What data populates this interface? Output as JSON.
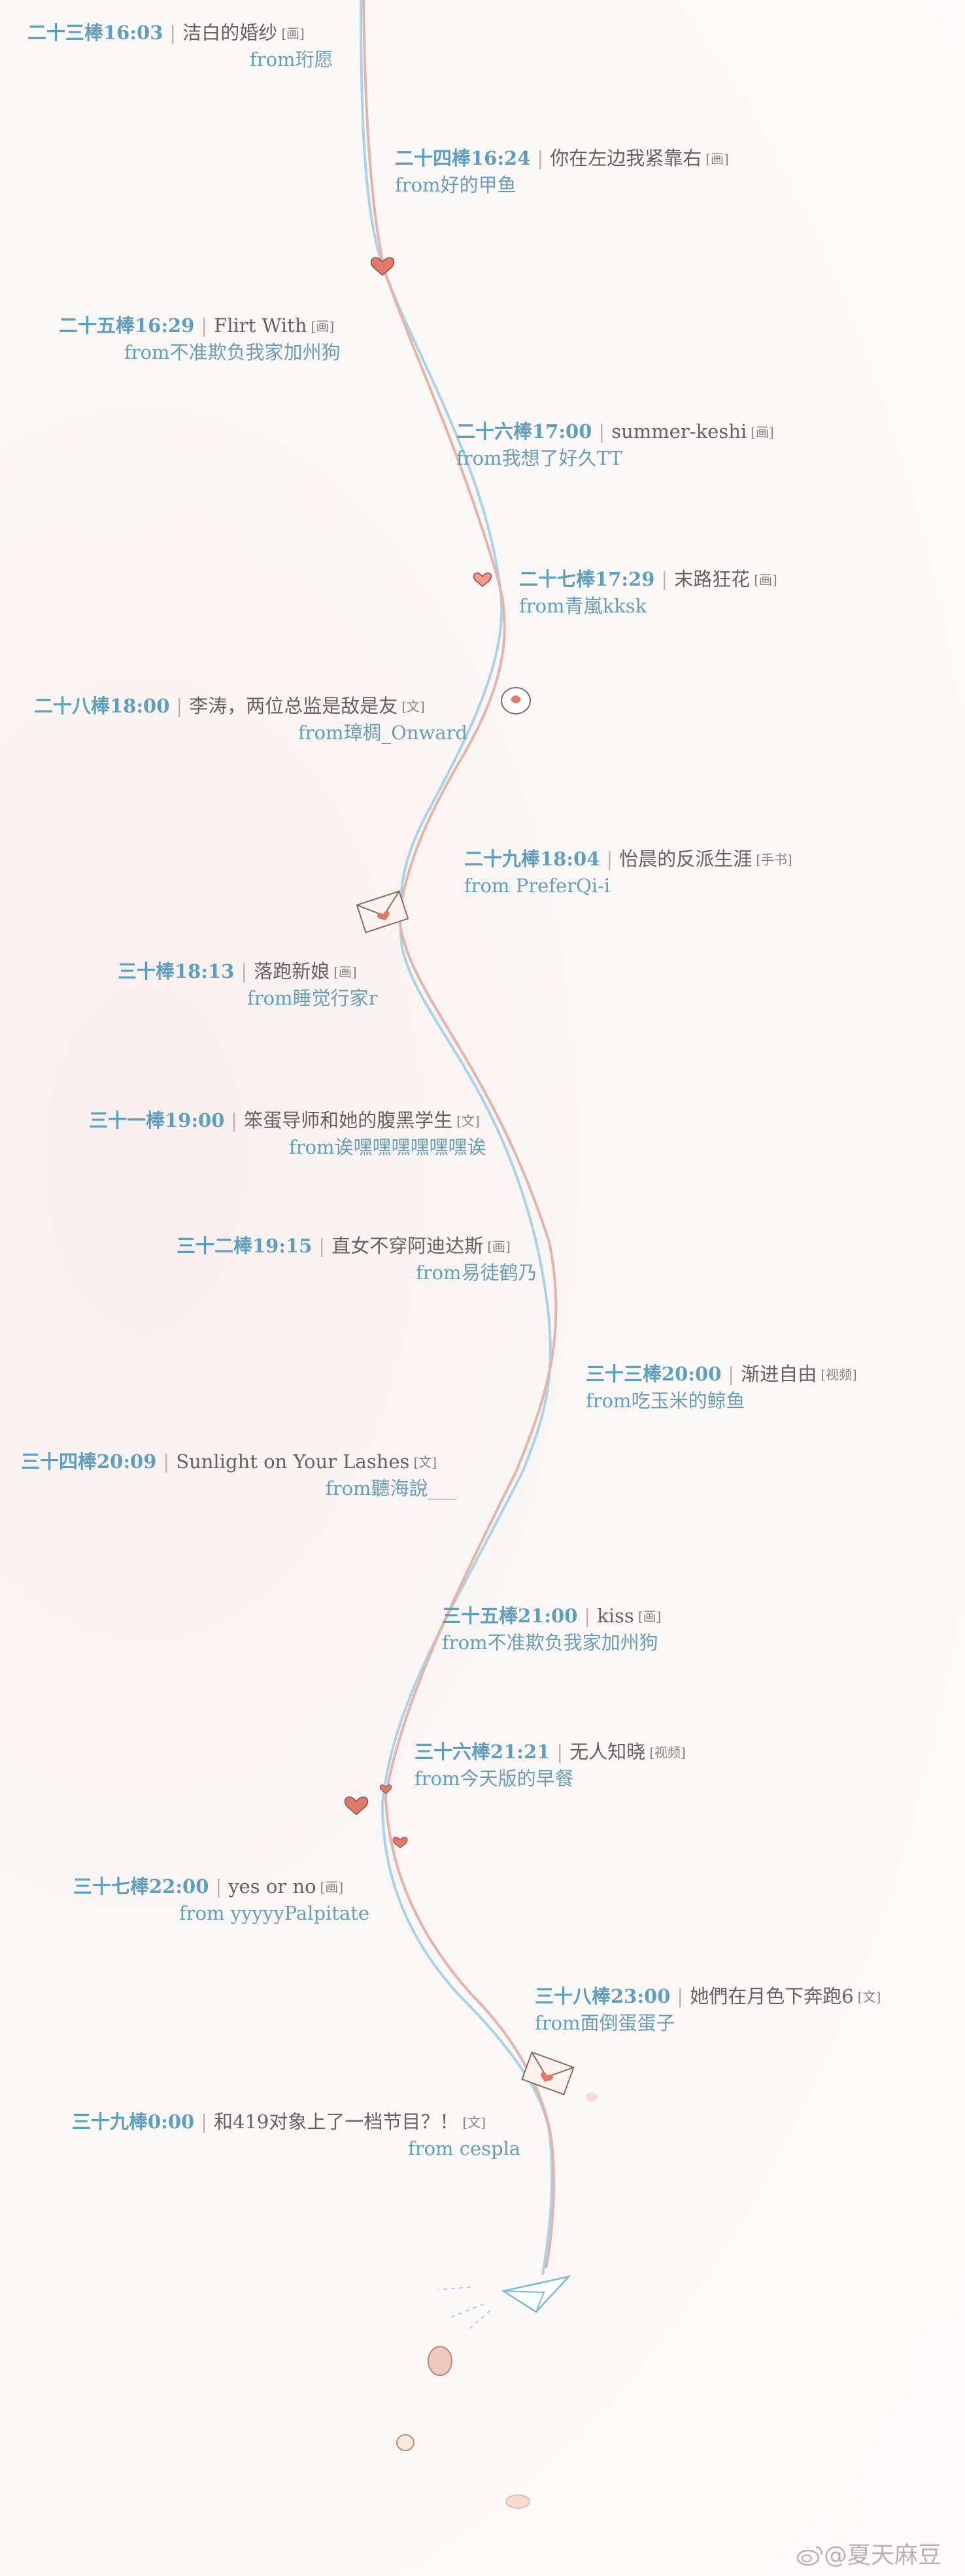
{
  "entries": [
    {
      "relay": "二十三棒16:03",
      "title": "洁白的婚纱",
      "tag": "[画]",
      "from": "from",
      "author": "珩愿"
    },
    {
      "relay": "二十四棒16:24",
      "title": "你在左边我紧靠右",
      "tag": "[画]",
      "from": "from",
      "author": "好的甲鱼"
    },
    {
      "relay": "二十五棒16:29",
      "title": "Flirt With",
      "tag": "[画]",
      "from": "from",
      "author": "不准欺负我家加州狗"
    },
    {
      "relay": "二十六棒17:00",
      "title": "summer-keshi",
      "tag": "[画]",
      "from": "from",
      "author": "我想了好久TT"
    },
    {
      "relay": "二十七棒17:29",
      "title": "末路狂花",
      "tag": "[画]",
      "from": "from",
      "author": "青嵐kksk"
    },
    {
      "relay": "二十八棒18:00",
      "title": "李涛，两位总监是敌是友",
      "tag": "[文]",
      "from": "from",
      "author": "璋椆_Onward"
    },
    {
      "relay": "二十九棒18:04",
      "title": "怡晨的反派生涯",
      "tag": "[手书]",
      "from": "from",
      "author": " PreferQi-i"
    },
    {
      "relay": "三十棒18:13",
      "title": "落跑新娘",
      "tag": "[画]",
      "from": "from",
      "author": "睡觉行家r"
    },
    {
      "relay": "三十一棒19:00",
      "title": "笨蛋导师和她的腹黑学生",
      "tag": "[文]",
      "from": "from",
      "author": "诶嘿嘿嘿嘿嘿嘿诶"
    },
    {
      "relay": "三十二棒19:15",
      "title": "直女不穿阿迪达斯",
      "tag": "[画]",
      "from": "from",
      "author": "易徒鹤乃"
    },
    {
      "relay": "三十三棒20:00",
      "title": "渐进自由",
      "tag": "[视频]",
      "from": "from",
      "author": "吃玉米的鲸鱼"
    },
    {
      "relay": "三十四棒20:09",
      "title": "Sunlight on Your Lashes",
      "tag": "[文]",
      "from": "from",
      "author": "聽海說___"
    },
    {
      "relay": "三十五棒21:00",
      "title": "kiss",
      "tag": "[画]",
      "from": "from",
      "author": "不准欺负我家加州狗"
    },
    {
      "relay": "三十六棒21:21",
      "title": "无人知晓",
      "tag": "[视频]",
      "from": "from",
      "author": "今天版的早餐"
    },
    {
      "relay": "三十七棒22:00",
      "title": "yes or no",
      "tag": "[画]",
      "from": "from",
      "author": " yyyyyPalpitate"
    },
    {
      "relay": "三十八棒23:00",
      "title": "她們在月色下奔跑6",
      "tag": "[文]",
      "from": "from",
      "author": "面倒蛋蛋子"
    },
    {
      "relay": "三十九棒0:00",
      "title": "和419对象上了一档节目？！",
      "tag": "[文]",
      "from": "from",
      "author": " cespla"
    }
  ],
  "watermark": "@夏天麻豆",
  "colors": {
    "accent": "#5e9fc0",
    "line_pink": "#e8b3a6",
    "line_blue": "#a9d3ea"
  }
}
